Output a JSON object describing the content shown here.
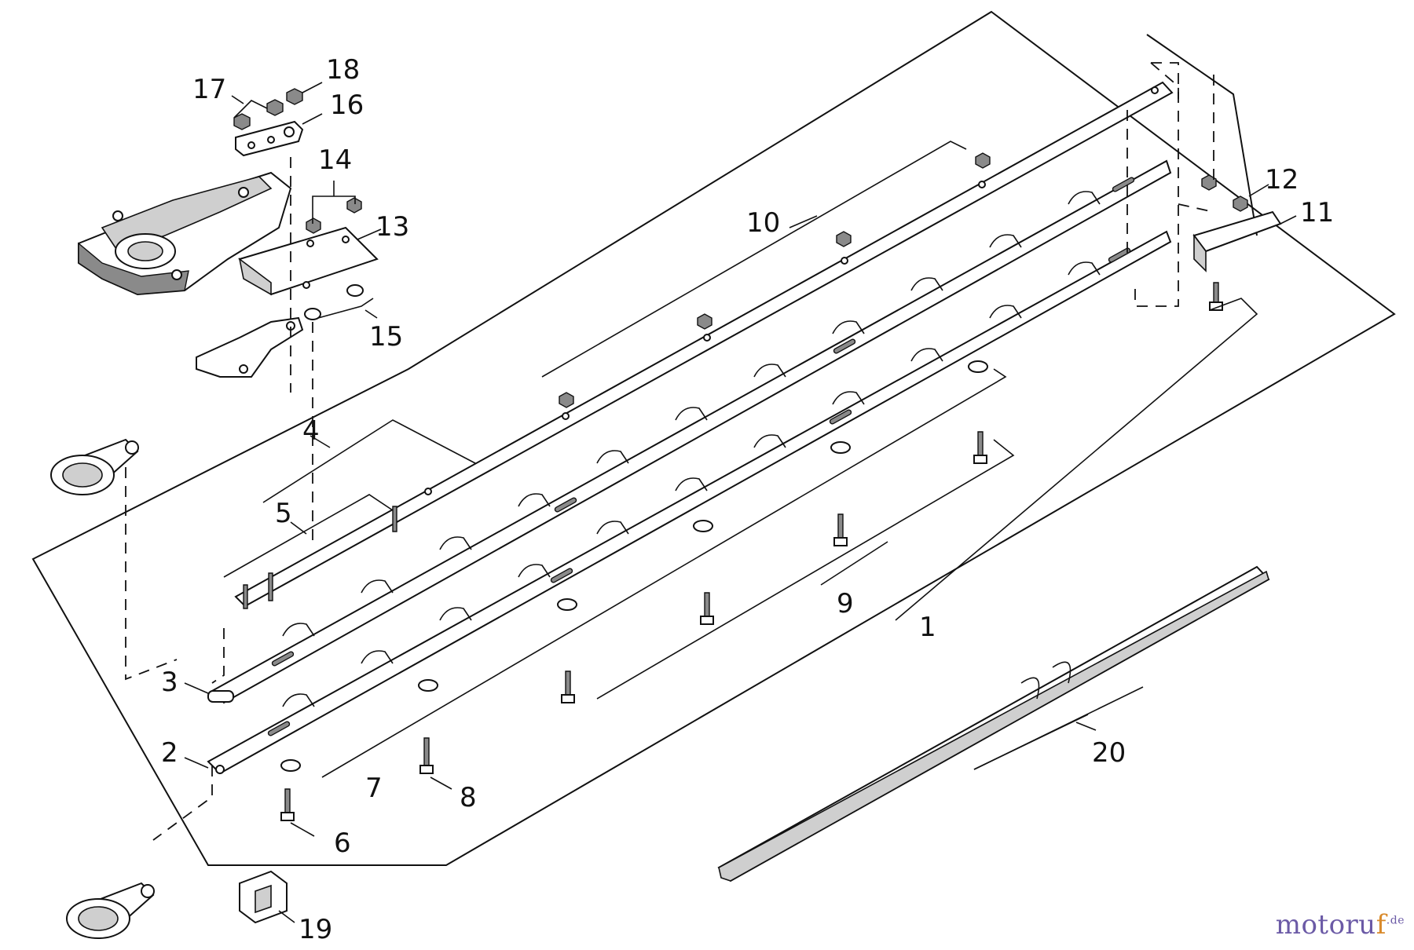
{
  "diagram": {
    "callouts": [
      "1",
      "2",
      "3",
      "4",
      "5",
      "6",
      "7",
      "8",
      "9",
      "10",
      "11",
      "12",
      "13",
      "14",
      "15",
      "16",
      "17",
      "18",
      "19",
      "20"
    ]
  },
  "watermark": {
    "main": "motoru",
    "accent": "f",
    "tld": ".de"
  },
  "colors": {
    "line": "#111111",
    "watermark_primary": "#6b5aa6",
    "watermark_accent": "#d98a2b"
  }
}
